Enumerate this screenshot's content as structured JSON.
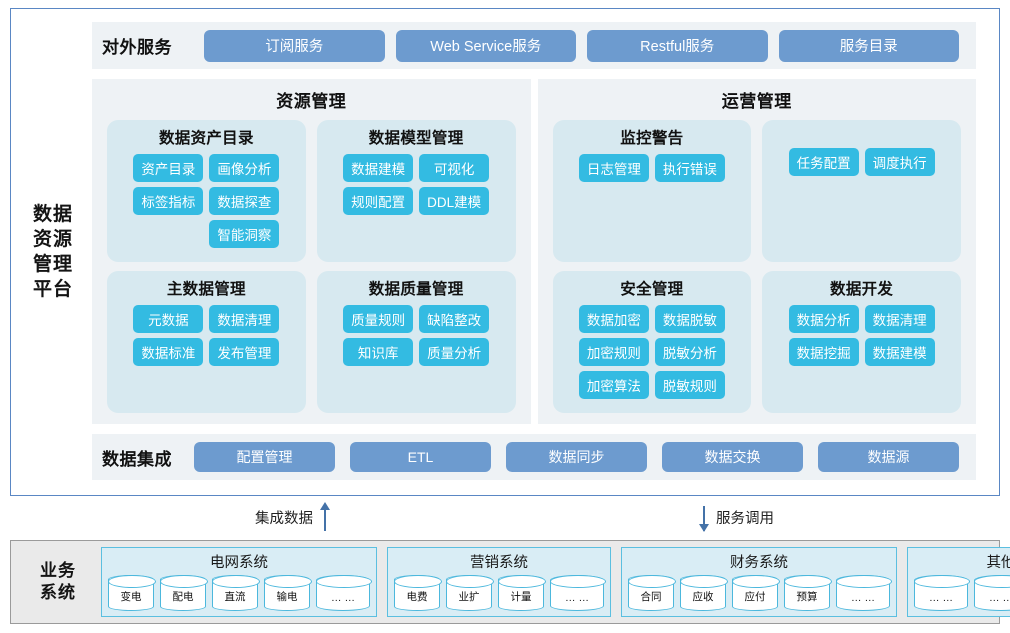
{
  "colors": {
    "accent_blue": "#6d9bcf",
    "accent_teal": "#33bbe2",
    "panel_gray": "#eef2f5",
    "card_blue": "#d7e9f0",
    "frame_border": "#5a87c4",
    "business_bg": "#eaeaea",
    "cylinder_border": "#4cb8dd",
    "arrow": "#4472a8"
  },
  "platform": {
    "side_title": "数据资源管理平台",
    "external_services": {
      "label": "对外服务",
      "items": [
        {
          "label": "订阅服务"
        },
        {
          "label": "Web Service服务"
        },
        {
          "label": "Restful服务"
        },
        {
          "label": "服务目录"
        }
      ]
    },
    "groups": [
      {
        "title": "资源管理",
        "cards": [
          {
            "title": "数据资产目录",
            "tags": [
              "资产目录",
              "画像分析",
              "标签指标",
              "数据探查",
              "",
              "智能洞察"
            ]
          },
          {
            "title": "数据模型管理",
            "tags": [
              "数据建模",
              "可视化",
              "规则配置",
              "DDL建模"
            ]
          },
          {
            "title": "主数据管理",
            "tags": [
              "元数据",
              "数据清理",
              "数据标准",
              "发布管理"
            ]
          },
          {
            "title": "数据质量管理",
            "tags": [
              "质量规则",
              "缺陷整改",
              "知识库",
              "质量分析"
            ]
          }
        ]
      },
      {
        "title": "运营管理",
        "cards": [
          {
            "title": "监控警告",
            "tags": [
              "日志管理",
              "执行错误"
            ]
          },
          {
            "title": "",
            "tags": [
              "任务配置",
              "调度执行"
            ]
          },
          {
            "title": "安全管理",
            "tags": [
              "数据加密",
              "数据脱敏",
              "加密规则",
              "脱敏分析",
              "加密算法",
              "脱敏规则"
            ]
          },
          {
            "title": "数据开发",
            "tags": [
              "数据分析",
              "数据清理",
              "数据挖掘",
              "数据建模"
            ]
          }
        ]
      }
    ],
    "data_integration": {
      "label": "数据集成",
      "items": [
        {
          "label": "配置管理"
        },
        {
          "label": "ETL"
        },
        {
          "label": "数据同步"
        },
        {
          "label": "数据交换"
        },
        {
          "label": "数据源"
        }
      ]
    }
  },
  "connectors": [
    {
      "label": "集成数据",
      "direction": "up"
    },
    {
      "label": "服务调用",
      "direction": "down"
    }
  ],
  "business": {
    "side_title": "业务系统",
    "systems": [
      {
        "title": "电网系统",
        "nodes": [
          "变电",
          "配电",
          "直流",
          "输电",
          "… …"
        ]
      },
      {
        "title": "营销系统",
        "nodes": [
          "电费",
          "业扩",
          "计量",
          "… …"
        ]
      },
      {
        "title": "财务系统",
        "nodes": [
          "合同",
          "应收",
          "应付",
          "预算",
          "… …"
        ]
      },
      {
        "title": "其他",
        "nodes": [
          "… …",
          "… …",
          "… …"
        ]
      }
    ]
  }
}
